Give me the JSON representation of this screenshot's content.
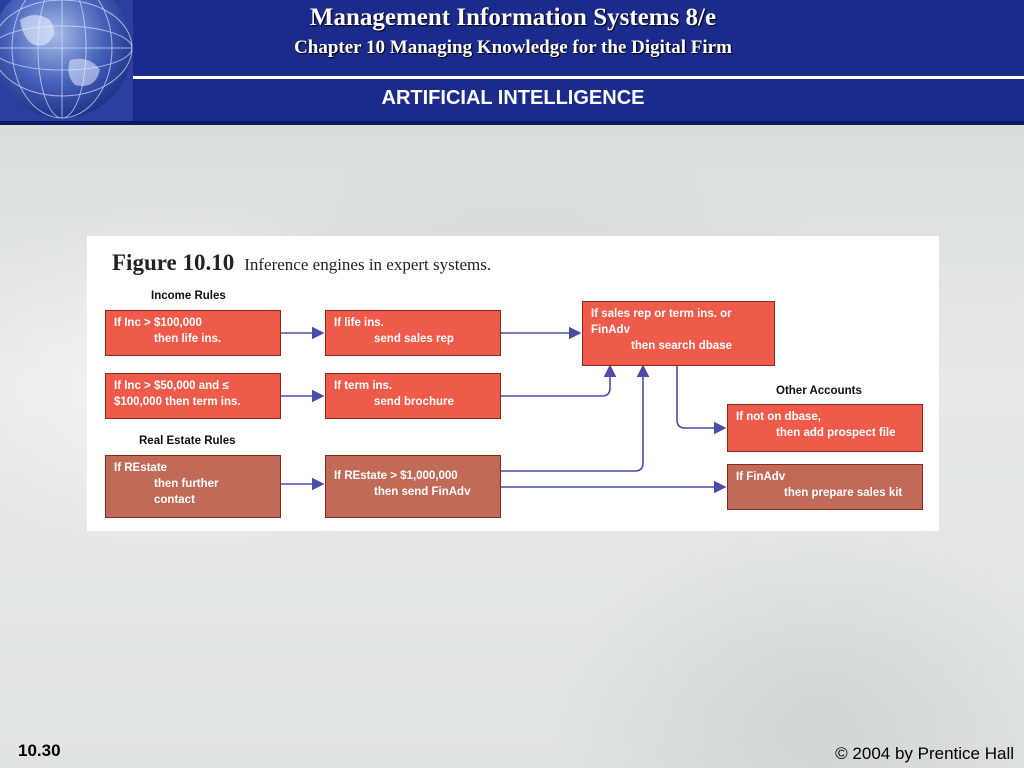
{
  "header": {
    "title": "Management Information Systems 8/e",
    "subtitle": "Chapter 10 Managing Knowledge for the Digital Firm",
    "section": "ARTIFICIAL INTELLIGENCE"
  },
  "figure": {
    "number": "Figure 10.10",
    "caption": "Inference engines in expert systems.",
    "groups": {
      "income": "Income Rules",
      "real_estate": "Real Estate Rules",
      "other": "Other Accounts"
    },
    "boxes": {
      "inc100k": [
        "If Inc > $100,000",
        "then life ins."
      ],
      "inc50k": [
        "If Inc > $50,000 and ≤",
        "$100,000 then term ins."
      ],
      "life": [
        "If life ins.",
        "send sales rep"
      ],
      "term": [
        "If term ins.",
        "send brochure"
      ],
      "sales": [
        "If sales rep or term ins. or",
        "FinAdv",
        "then search dbase"
      ],
      "restate": [
        "If REstate",
        "then further",
        "contact"
      ],
      "restate1m": [
        "If REstate > $1,000,000",
        "then send FinAdv"
      ],
      "notdb": [
        "If not on dbase,",
        "then add prospect file"
      ],
      "finadv": [
        "If FinAdv",
        "then prepare sales kit"
      ]
    }
  },
  "colors": {
    "header_bg": "#1b2b8c",
    "box_red": "#ee5b4b",
    "box_brown": "#c06a57",
    "arrow": "#4c4ca8"
  },
  "footer": {
    "slide_number": "10.30",
    "copyright": "© 2004 by Prentice Hall"
  }
}
